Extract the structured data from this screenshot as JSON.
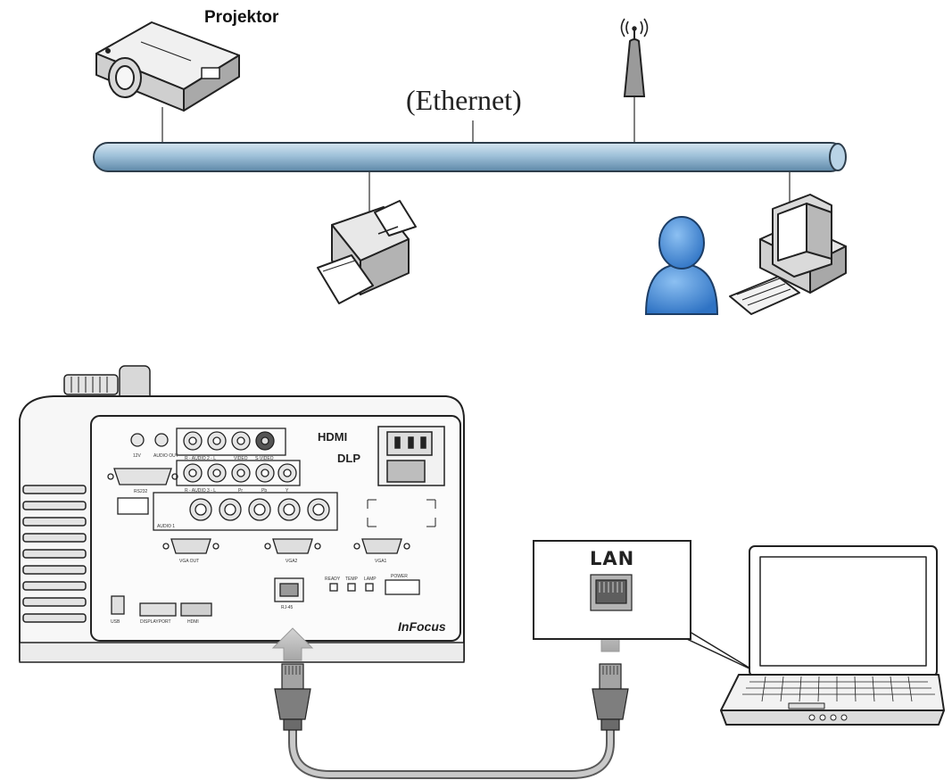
{
  "labels": {
    "projector": "Projektor",
    "network": "(Ethernet)",
    "lan": "LAN",
    "brand": "InFocus",
    "hdmi_logo": "HDMI",
    "dlp_logo": "DLP"
  },
  "panel_labels": {
    "p12v": "12V",
    "audio_out": "AUDIO OUT",
    "r_audio2_l": "R - AUDIO 2 - L",
    "video": "VIDEO",
    "svideo": "S-VIDEO",
    "rs232": "RS232",
    "r_audio3_l": "R - AUDIO 3 - L",
    "pr": "Pr",
    "pb": "Pb",
    "y": "Y",
    "audio1": "AUDIO 1",
    "vga_out": "VGA OUT",
    "vga2": "VGA2",
    "vga1": "VGA1",
    "usb": "USB",
    "displayport": "DISPLAYPORT",
    "hdmi": "HDMI",
    "rj45": "RJ-45",
    "ready": "READY",
    "temp": "TEMP",
    "lamp": "LAMP",
    "power": "POWER"
  },
  "colors": {
    "ethernet_tube": "#9fc1d9",
    "user_figure": "#4a8fd6",
    "cable_gray": "#8f8f8f",
    "arrow_gray": "#b9b9b9"
  }
}
